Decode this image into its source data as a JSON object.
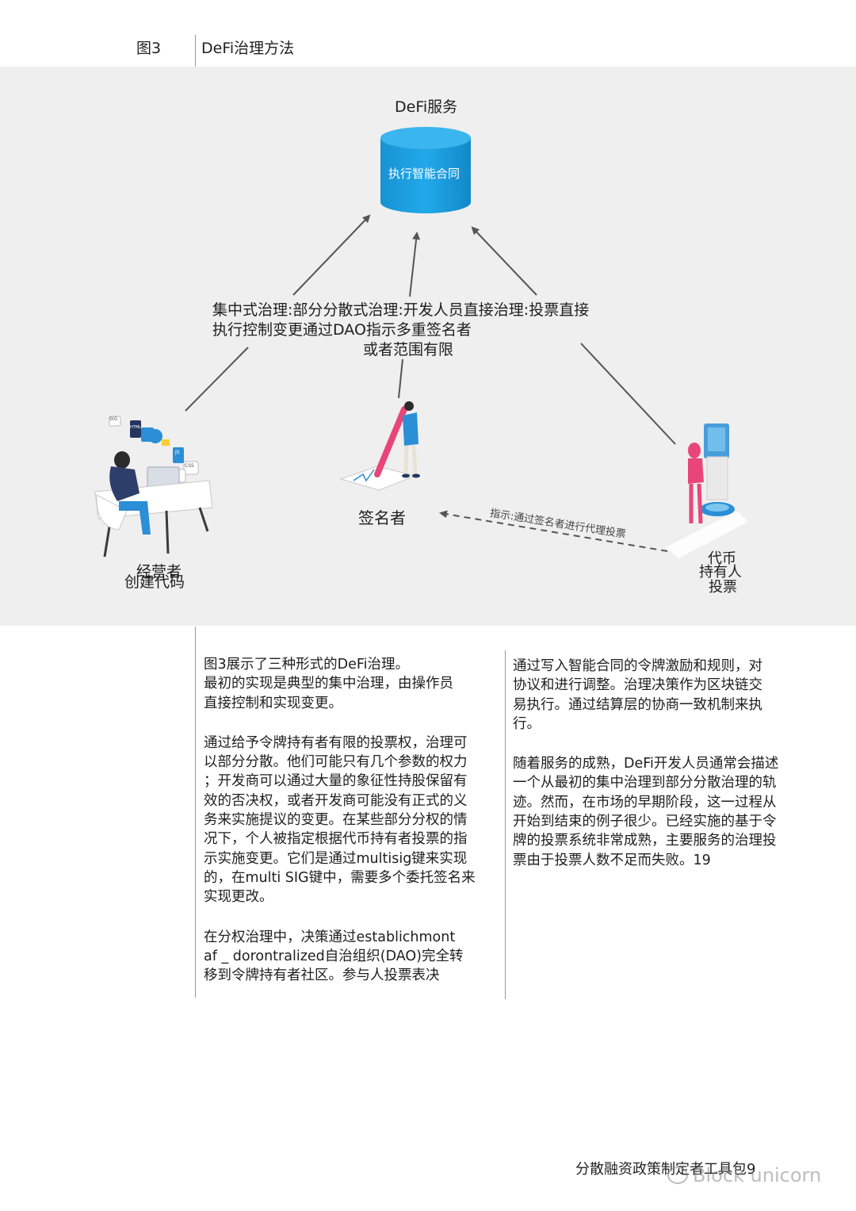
{
  "header": {
    "figure_label": "图3",
    "figure_title": "DeFi治理方法"
  },
  "diagram": {
    "service_title": "DeFi服务",
    "cylinder_label": "执行智能合同",
    "governance_lines": [
      "集中式治理:部分分散式治理:开发人员直接治理:投票直接",
      "执行控制变更通过DAO指示多重签名者",
      "或者范围有限"
    ],
    "operator_label_1": "经营者",
    "operator_label_2": "创建代码",
    "signer_label": "签名者",
    "holder_label_1": "代币",
    "holder_label_2": "持有人",
    "holder_label_3": "投票",
    "instruction_label": "指示:通过签名者进行代理投票",
    "screen_badges": [
      "SIG",
      "HTML",
      "CSS",
      "JS"
    ],
    "colors": {
      "cylinder": "#1a9fe0",
      "cylinder_top": "#3bb5ee",
      "panel_bg": "#efefef",
      "arrow": "#555555",
      "pink": "#e8467a",
      "navy": "#24355f",
      "teal": "#2a8fd6"
    }
  },
  "left_column": {
    "paragraphs": [
      [
        "图3展示了三种形式的DeFi治理。",
        "最初的实现是典型的集中治理，由操作员",
        "直接控制和实现变更。"
      ],
      [
        "通过给予令牌持有者有限的投票权，治理可",
        "以部分分散。他们可能只有几个参数的权力",
        "；开发商可以通过大量的象征性持股保留有",
        "效的否决权，或者开发商可能没有正式的义",
        "务来实施提议的变更。在某些部分分权的情",
        "况下，个人被指定根据代币持有者投票的指",
        "示实施变更。它们是通过multisig键来实现",
        "的，在multi SIG键中，需要多个委托签名来",
        "实现更改。"
      ],
      [
        "在分权治理中，决策通过establichmont",
        "af _ dorontralized自治组织(DAO)完全转",
        "移到令牌持有者社区。参与人投票表决"
      ]
    ]
  },
  "right_column": {
    "paragraphs": [
      [
        "通过写入智能合同的令牌激励和规则，对",
        "协议和进行调整。治理决策作为区块链交",
        "易执行。通过结算层的协商一致机制来执",
        "行。"
      ],
      [
        "随着服务的成熟，DeFi开发人员通常会描述",
        "一个从最初的集中治理到部分分散治理的轨",
        "迹。然而，在市场的早期阶段，这一过程从",
        "开始到结束的例子很少。已经实施的基于令",
        "牌的投票系统非常成熟，主要服务的治理投",
        "票由于投票人数不足而失败。19"
      ]
    ]
  },
  "footer": {
    "title": "分散融资政策制定者工具包9",
    "watermark": "Block unicorn"
  }
}
